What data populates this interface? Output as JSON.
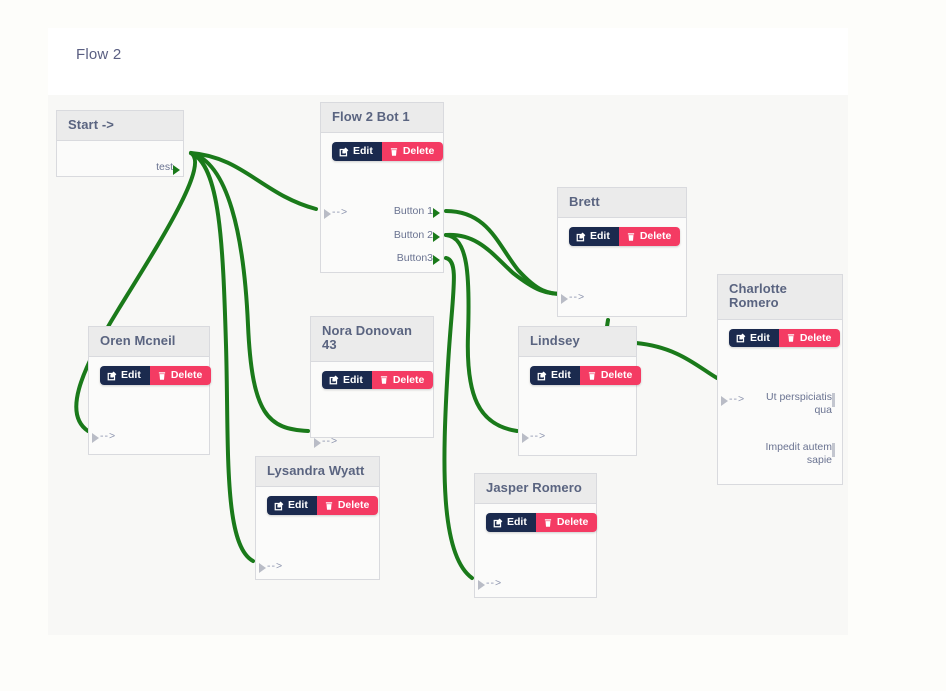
{
  "page": {
    "title": "Flow 2",
    "background_color": "#fdfdfa",
    "canvas_color": "#f8f8f6",
    "edge_color": "#1a7a1a",
    "edit_color": "#1b2a4e",
    "delete_color": "#f43b63"
  },
  "actions": {
    "edit_label": "Edit",
    "delete_label": "Delete",
    "edit_icon": "pencil-square-icon",
    "delete_icon": "trash-icon"
  },
  "nodes": [
    {
      "id": "start",
      "title": "Start ->",
      "has_actions": false,
      "inputs": [],
      "outputs": [
        "test"
      ]
    },
    {
      "id": "flow2bot1",
      "title": "Flow 2 Bot 1",
      "has_actions": true,
      "inputs": [
        "-->"
      ],
      "outputs": [
        "Button 1",
        "Button 2",
        "Button3"
      ]
    },
    {
      "id": "oren",
      "title": "Oren Mcneil",
      "has_actions": true,
      "inputs": [
        "-->"
      ],
      "outputs": []
    },
    {
      "id": "nora",
      "title": "Nora Donovan 43",
      "has_actions": true,
      "inputs": [
        "-->"
      ],
      "outputs": []
    },
    {
      "id": "lysandra",
      "title": "Lysandra Wyatt",
      "has_actions": true,
      "inputs": [
        "-->"
      ],
      "outputs": []
    },
    {
      "id": "jasper",
      "title": "Jasper Romero",
      "has_actions": true,
      "inputs": [
        "-->"
      ],
      "outputs": []
    },
    {
      "id": "brett",
      "title": "Brett",
      "has_actions": true,
      "inputs": [
        "-->"
      ],
      "outputs": []
    },
    {
      "id": "lindsey",
      "title": "Lindsey",
      "has_actions": true,
      "inputs": [
        "-->"
      ],
      "outputs": []
    },
    {
      "id": "charlotte",
      "title": "Charlotte Romero",
      "has_actions": true,
      "inputs": [
        "-->"
      ],
      "outputs": [
        "Ut perspiciatis qua",
        "Impedit autem sapie"
      ]
    }
  ],
  "edges": [
    {
      "from": "start.test",
      "to": "oren.in"
    },
    {
      "from": "start.test",
      "to": "lysandra.in"
    },
    {
      "from": "start.test",
      "to": "nora.in"
    },
    {
      "from": "start.test",
      "to": "flow2bot1.in"
    },
    {
      "from": "flow2bot1.button1",
      "to": "brett.in"
    },
    {
      "from": "flow2bot1.button2",
      "to": "brett.in"
    },
    {
      "from": "flow2bot1.button2",
      "to": "lindsey.in"
    },
    {
      "from": "flow2bot1.button3",
      "to": "jasper.in"
    },
    {
      "from": "brett.out",
      "to": "lindsey.in"
    },
    {
      "from": "lindsey.out",
      "to": "charlotte.in"
    }
  ]
}
